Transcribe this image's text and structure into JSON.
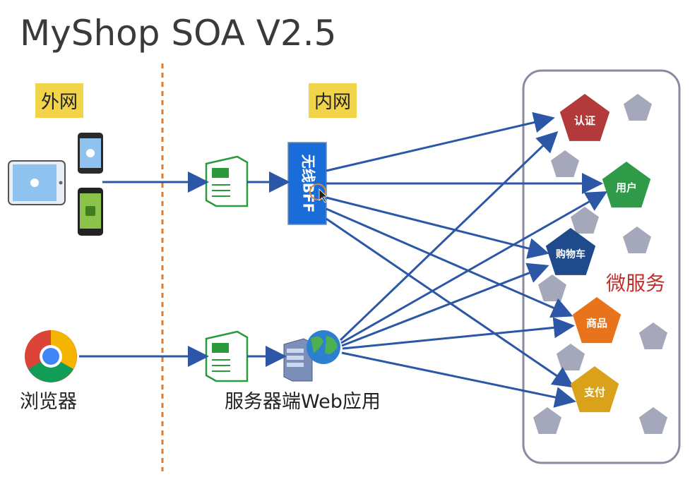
{
  "title": "MyShop SOA V2.5",
  "zones": {
    "external": "外网",
    "internal": "内网"
  },
  "bff_label": "无线BFF",
  "browser_label": "浏览器",
  "webapp_label": "服务器端Web应用",
  "microservices_label": "微服务",
  "services": [
    {
      "name": "认证",
      "color": "#b23a3a"
    },
    {
      "name": "用户",
      "color": "#2f9a47"
    },
    {
      "name": "购物车",
      "color": "#1f4a8c"
    },
    {
      "name": "商品",
      "color": "#e8731a"
    },
    {
      "name": "支付",
      "color": "#d9a21a"
    }
  ],
  "colors": {
    "arrow": "#2b57a6",
    "divider": "#e07b2a",
    "bff": "#1a6dd8",
    "nginx": "#2a9a3c",
    "placeholder_service": "#a5a8bb",
    "boundary": "#8a8aa0"
  }
}
